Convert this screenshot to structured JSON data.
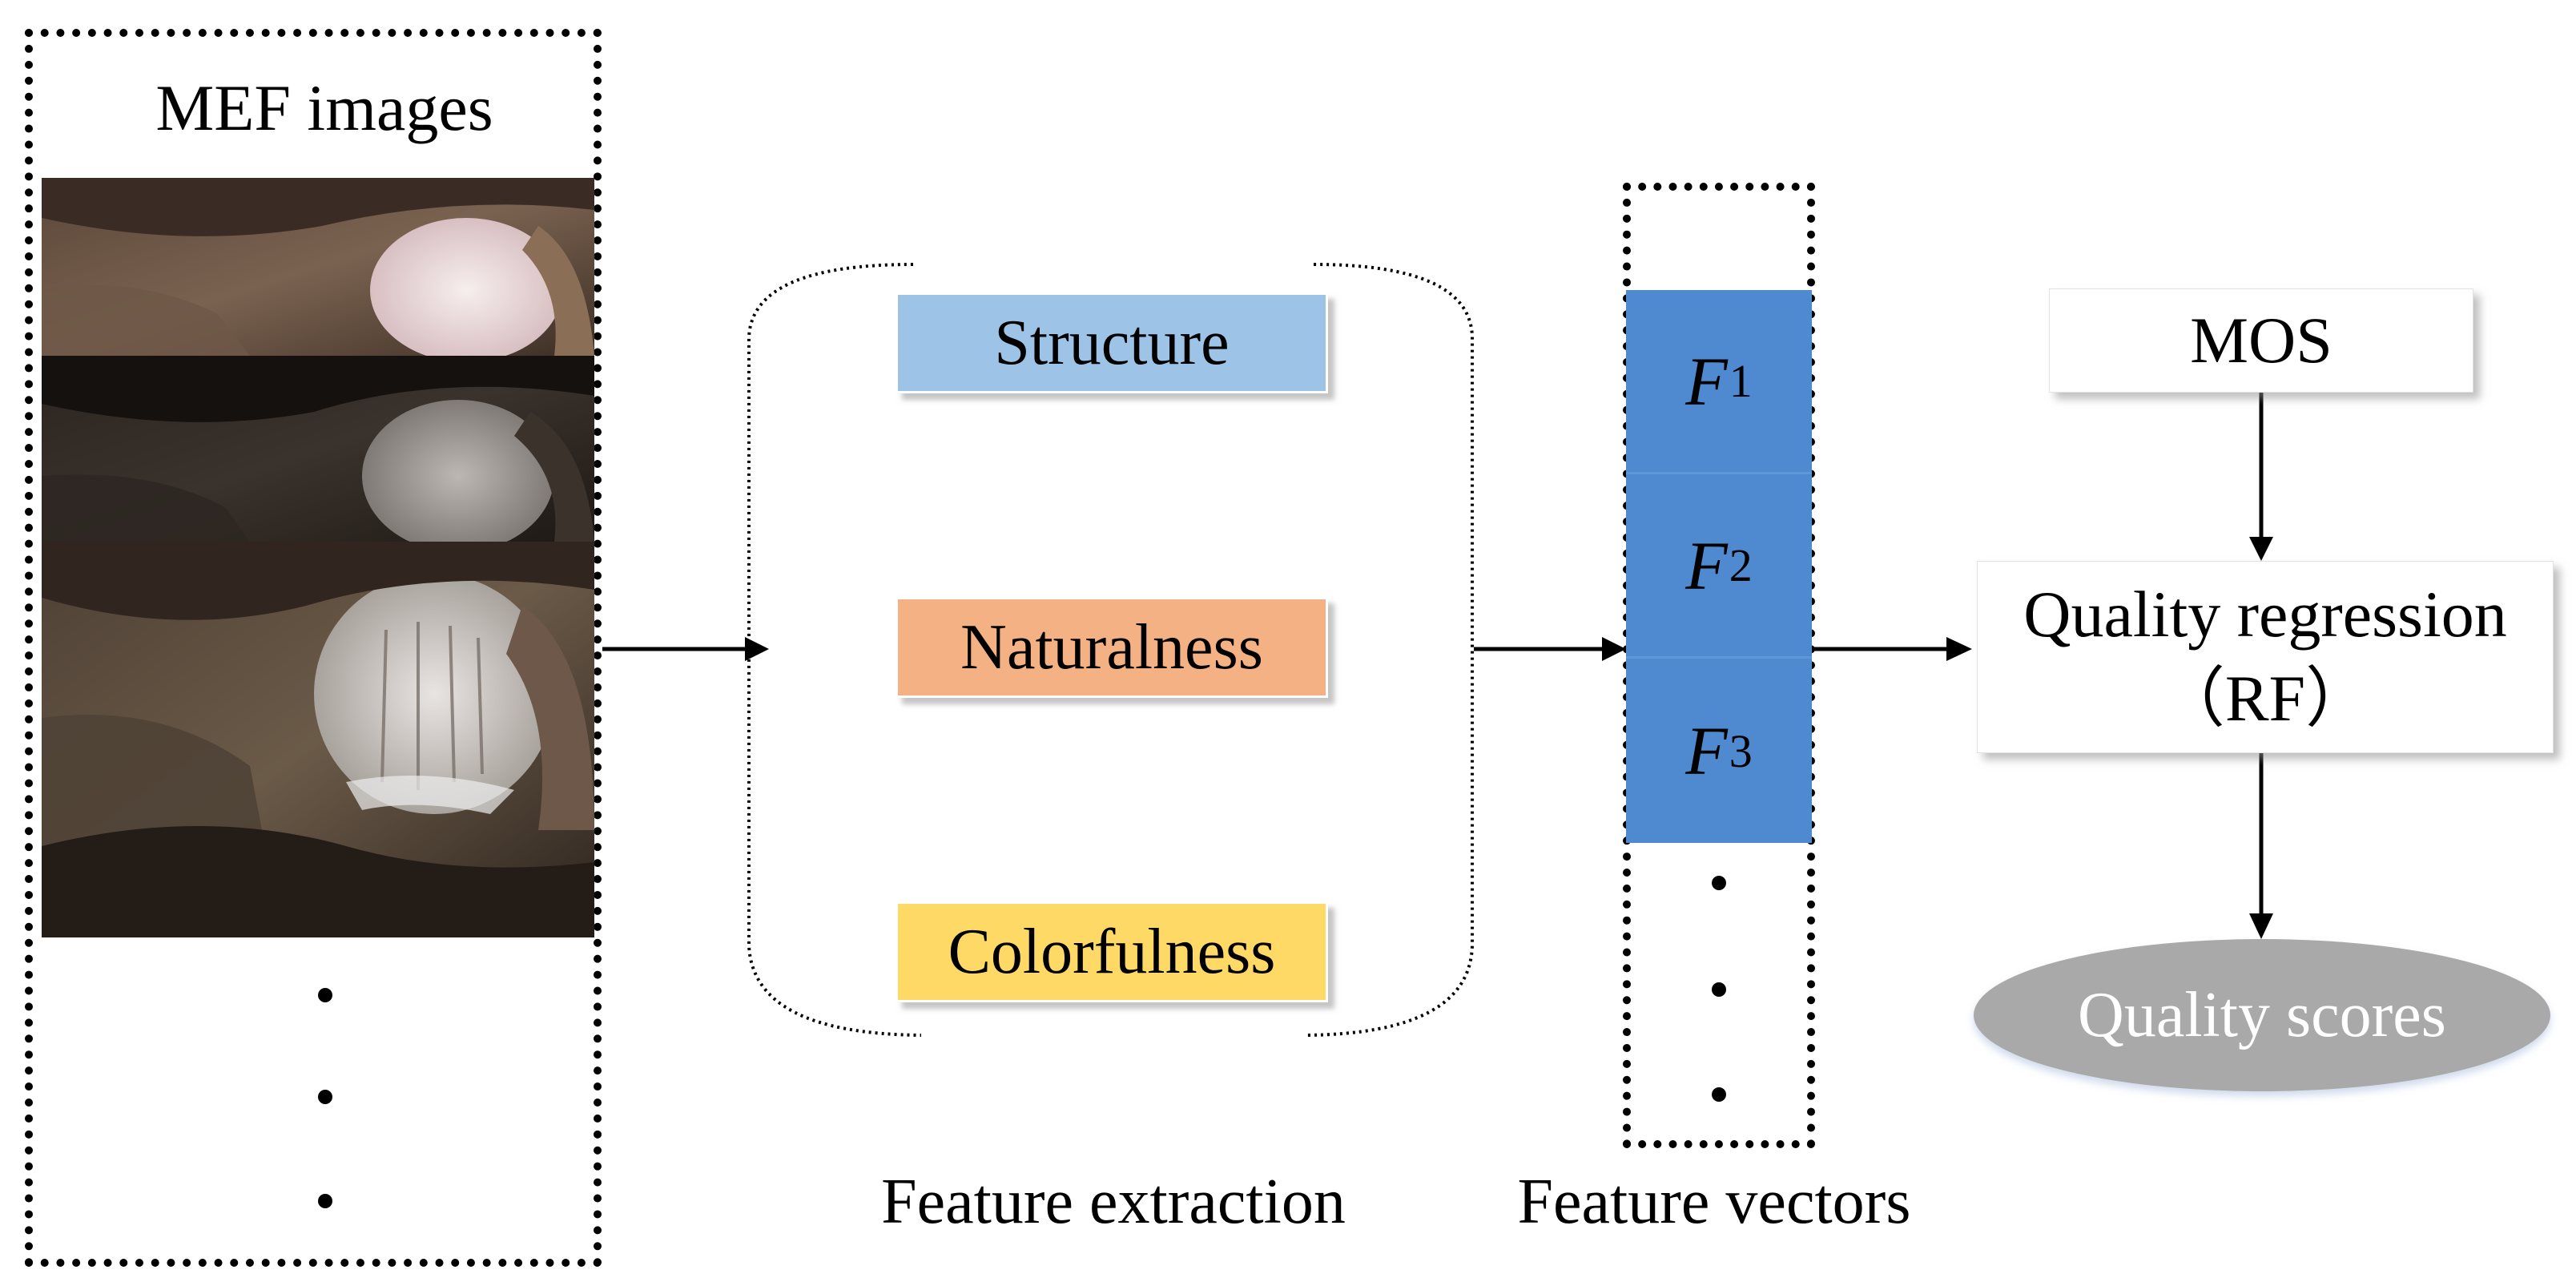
{
  "mef_panel": {
    "title": "MEF images"
  },
  "features": {
    "structure": "Structure",
    "naturalness": "Naturalness",
    "colorfulness": "Colorfulness",
    "stage_label": "Feature extraction"
  },
  "vectors": {
    "symbol": "F",
    "items": [
      "1",
      "2",
      "3"
    ],
    "stage_label": "Feature vectors",
    "fill_color": "#4f89cf"
  },
  "regression": {
    "mos": "MOS",
    "line1": "Quality regression",
    "line2": "（RF）",
    "scores": "Quality scores"
  },
  "colors": {
    "structure": "#9dc3e6",
    "naturalness": "#f4b183",
    "colorfulness": "#ffd966",
    "scores": "#a9a9a9"
  }
}
